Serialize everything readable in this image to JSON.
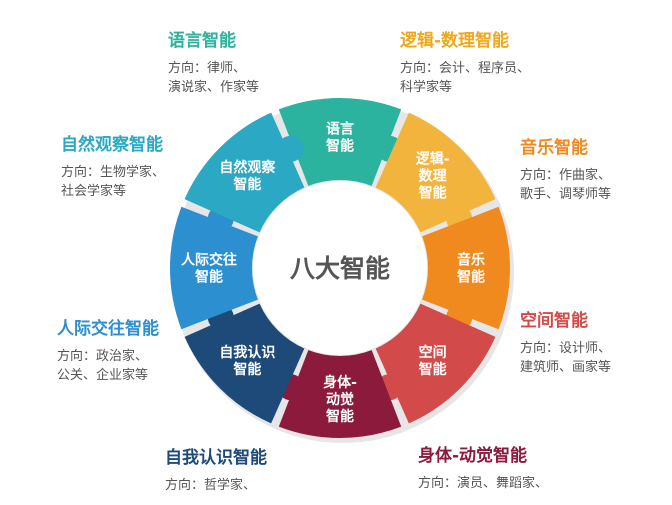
{
  "center_text": "八大智能",
  "segments": [
    {
      "id": "language",
      "color": "#2bb3a0",
      "ring_text": [
        "语言",
        "智能"
      ],
      "title": "语言智能",
      "desc": [
        "方向：律师、",
        "演说家、作家等"
      ]
    },
    {
      "id": "logic",
      "color": "#f2b43c",
      "ring_text": [
        "逻辑-",
        "数理",
        "智能"
      ],
      "title": "逻辑-数理智能",
      "desc": [
        "方向：会计、程序员、",
        "科学家等"
      ]
    },
    {
      "id": "music",
      "color": "#f08a1e",
      "ring_text": [
        "音乐",
        "智能"
      ],
      "title": "音乐智能",
      "desc": [
        "方向：作曲家、",
        "歌手、调琴师等"
      ]
    },
    {
      "id": "spatial",
      "color": "#d34a4a",
      "ring_text": [
        "空间",
        "智能"
      ],
      "title": "空间智能",
      "desc": [
        "方向：设计师、",
        "建筑师、画家等"
      ]
    },
    {
      "id": "bodily",
      "color": "#8c1a3c",
      "ring_text": [
        "身体-",
        "动觉",
        "智能"
      ],
      "title": "身体-动觉智能",
      "desc": [
        "方向：演员、舞蹈家、"
      ]
    },
    {
      "id": "intrapersonal",
      "color": "#1d4a78",
      "ring_text": [
        "自我认识",
        "智能"
      ],
      "title": "自我认识智能",
      "desc": [
        "方向：哲学家、"
      ]
    },
    {
      "id": "interpersonal",
      "color": "#2c8fcf",
      "ring_text": [
        "人际交往",
        "智能"
      ],
      "title": "人际交往智能",
      "desc": [
        "方向：政治家、",
        "公关、企业家等"
      ]
    },
    {
      "id": "naturalist",
      "color": "#2aa8c4",
      "ring_text": [
        "自然观察",
        "智能"
      ],
      "title": "自然观察智能",
      "desc": [
        "方向：生物学家、",
        "社会学家等"
      ]
    }
  ]
}
